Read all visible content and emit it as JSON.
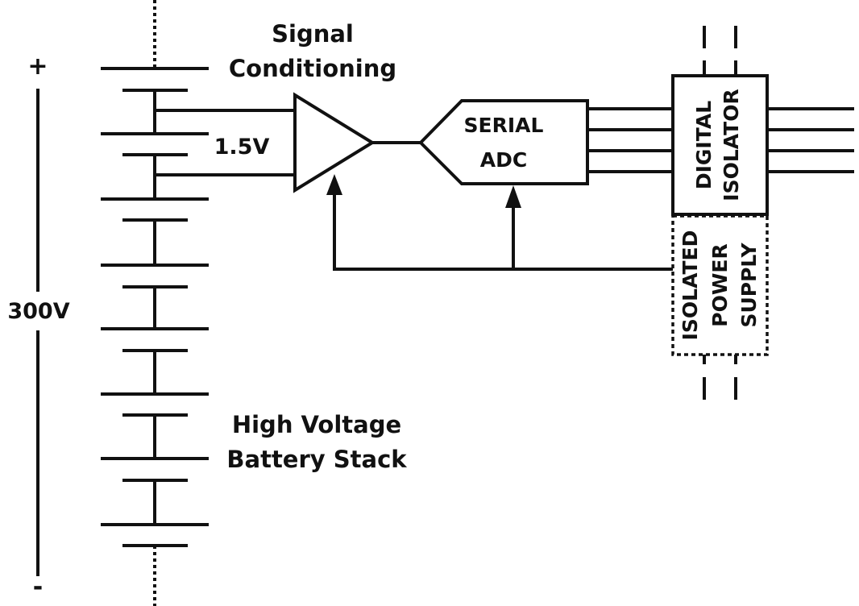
{
  "diagram": {
    "title": "High voltage battery stack monitoring with isolated signal chain",
    "colors": {
      "stroke": "#111111",
      "background": "#ffffff"
    },
    "labels": {
      "plus": "+",
      "minus": "-",
      "stack_voltage": "300V",
      "cell_voltage": "1.5V",
      "signal_conditioning_line1": "Signal",
      "signal_conditioning_line2": "Conditioning",
      "battery_stack_line1": "High Voltage",
      "battery_stack_line2": "Battery Stack",
      "adc_line1": "SERIAL",
      "adc_line2": "ADC",
      "isolator_line1": "DIGITAL",
      "isolator_line2": "ISOLATOR",
      "power_line1": "ISOLATED",
      "power_line2": "POWER",
      "power_line3": "SUPPLY"
    },
    "components": [
      {
        "id": "battery-stack",
        "type": "battery",
        "cells_shown": 8,
        "continues": "top-and-bottom"
      },
      {
        "id": "amplifier",
        "type": "amplifier",
        "inputs": 2,
        "outputs": 1
      },
      {
        "id": "serial-adc",
        "type": "adc",
        "outputs": 4
      },
      {
        "id": "digital-isolator",
        "type": "isolator",
        "inputs": 4,
        "outputs": 4
      },
      {
        "id": "isolated-power-supply",
        "type": "power-supply",
        "border": "dotted"
      }
    ],
    "connections": [
      {
        "from": "battery-stack",
        "to": "amplifier",
        "signal": "1.5V cell tap"
      },
      {
        "from": "amplifier",
        "to": "serial-adc"
      },
      {
        "from": "serial-adc",
        "to": "digital-isolator",
        "lines": 4
      },
      {
        "from": "digital-isolator",
        "to": "output",
        "lines": 4
      },
      {
        "from": "isolated-power-supply",
        "to": "amplifier",
        "kind": "power"
      },
      {
        "from": "isolated-power-supply",
        "to": "serial-adc",
        "kind": "power"
      }
    ]
  }
}
